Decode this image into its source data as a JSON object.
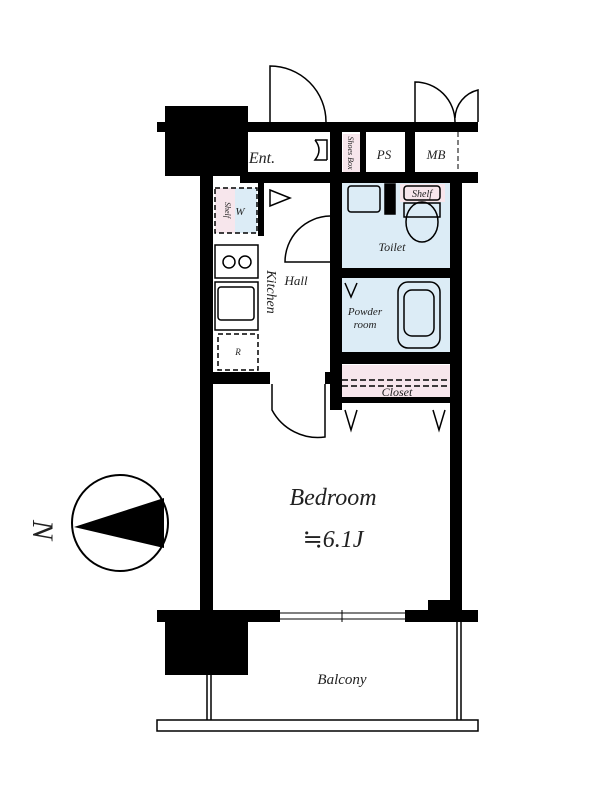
{
  "rooms": {
    "entrance": "Ent.",
    "shoes_box": "Shoes Box",
    "ps": "PS",
    "mb": "MB",
    "toilet_shelf": "Shelf",
    "washer_shelf": "Shelf",
    "washer": "W",
    "toilet": "Toilet",
    "kitchen": "Kitchen",
    "hall": "Hall",
    "powder_room_line1": "Powder",
    "powder_room_line2": "room",
    "refrigerator": "R",
    "closet": "Closet",
    "bedroom": "Bedroom",
    "bedroom_size": "≒6.1J",
    "balcony": "Balcony"
  },
  "compass": {
    "north_label": "N"
  },
  "colors": {
    "wall": "#000000",
    "wet_area": "#dcecf6",
    "storage": "#f7e6ec"
  }
}
